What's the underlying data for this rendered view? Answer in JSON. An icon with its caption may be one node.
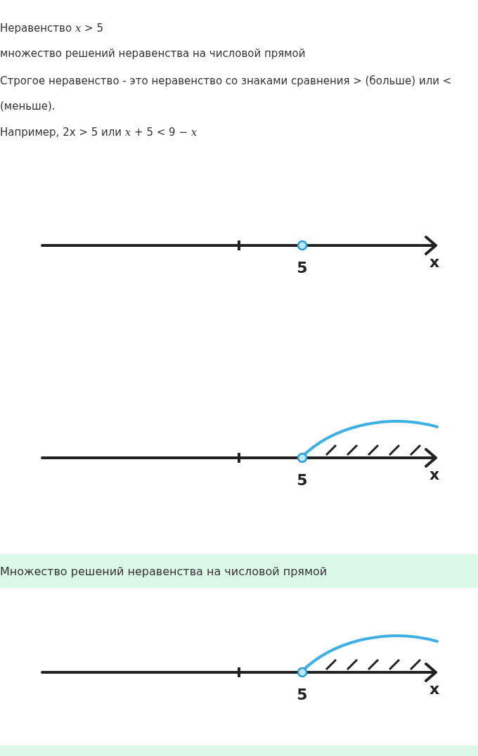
{
  "diagram": {
    "nodes": [
      {
        "text": [
          "Множество решений неравенства на числовой прямой"
        ]
      }
    ],
    "labels": [
      "Неравенство *x* > 5",
      "множество решений неравенства на числовой прямой",
      "Строгое неравенство - это неравенство со знаками сравнения > (больше) или < (меньше).",
      "Например, 2x > 5 или *x* + 5 < 9 − *x*",
      "5",
      "x",
      "5",
      "x",
      "5",
      "x"
    ]
  }
}
